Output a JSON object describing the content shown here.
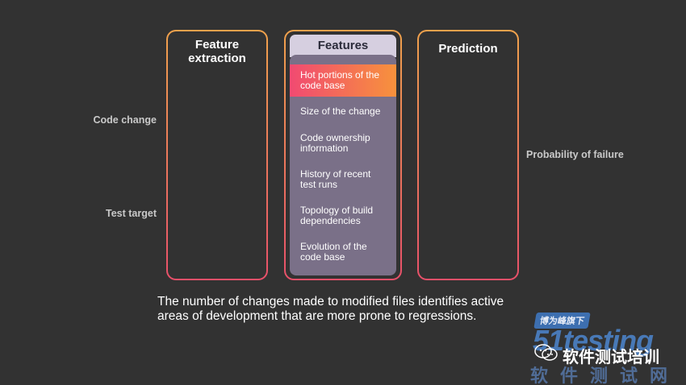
{
  "columns": {
    "feature_extraction": {
      "title_line1": "Feature",
      "title_line2": "extraction"
    },
    "features": {
      "title": "Features"
    },
    "prediction": {
      "title": "Prediction"
    }
  },
  "inputs": {
    "code_change": "Code change",
    "test_target": "Test target"
  },
  "output": {
    "label": "Probability of failure"
  },
  "features": [
    {
      "line1": "Hot portions of the",
      "line2": "code base",
      "highlighted": true
    },
    {
      "line1": "Size of the change",
      "line2": "",
      "highlighted": false
    },
    {
      "line1": "Code ownership",
      "line2": "information",
      "highlighted": false
    },
    {
      "line1": "History of recent",
      "line2": "test runs",
      "highlighted": false
    },
    {
      "line1": "Topology of build",
      "line2": "dependencies",
      "highlighted": false
    },
    {
      "line1": "Evolution of the",
      "line2": "code base",
      "highlighted": false
    }
  ],
  "caption": {
    "line1": "The number of changes made to modified files identifies active",
    "line2": "areas of development that are more prone to regressions."
  },
  "watermark": {
    "top": "博为峰旗下",
    "logo": "51testing",
    "cn_name": "软件测试培训",
    "net": "软件测试网"
  },
  "colors": {
    "background": "#323232",
    "border_top": "#f0a24c",
    "border_bottom": "#e8506a",
    "feature_panel": "#7a7088",
    "feature_header": "#d6cfe0",
    "highlight_start": "#f14a72",
    "highlight_end": "#f7923c",
    "arrow": "#9a9a9a"
  }
}
